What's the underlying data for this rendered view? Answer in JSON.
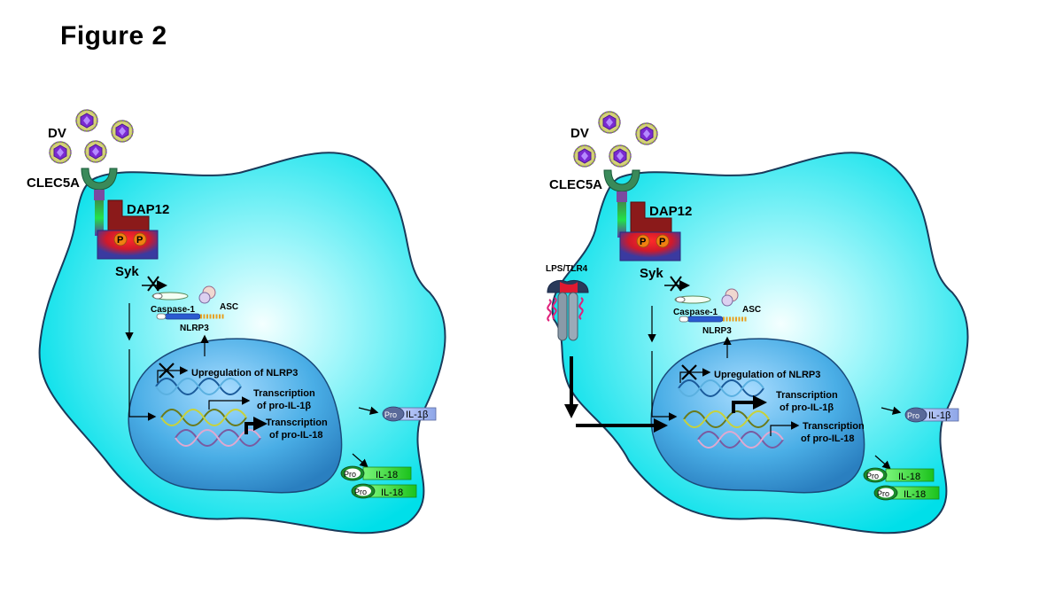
{
  "figure_title": "Figure  2",
  "panels": [
    {
      "virus": "DV",
      "receptor": "CLEC5A",
      "adaptor": "DAP12",
      "kinase": "Syk",
      "phospho": "P",
      "caspase": "Caspase-1",
      "asc": "ASC",
      "nlrp3": "NLRP3",
      "upreg": "Upregulation of NLRP3",
      "trans_il1b_1": "Transcription",
      "trans_il1b_2": "of pro-IL-1β",
      "trans_il18_1": "Transcription",
      "trans_il18_2": "of pro-IL-18",
      "pro": "Pro",
      "il1b": "IL-1β",
      "il18": "IL-18"
    },
    {
      "virus": "DV",
      "receptor": "CLEC5A",
      "adaptor": "DAP12",
      "kinase": "Syk",
      "phospho": "P",
      "tlr": "LPS/TLR4",
      "caspase": "Caspase-1",
      "asc": "ASC",
      "nlrp3": "NLRP3",
      "upreg": "Upregulation of NLRP3",
      "trans_il1b_1": "Transcription",
      "trans_il1b_2": "of pro-IL-1β",
      "trans_il18_1": "Transcription",
      "trans_il18_2": "of pro-IL-18",
      "pro": "Pro",
      "il1b": "IL-1β",
      "il18": "IL-18"
    }
  ],
  "colors": {
    "cell_fill": "#00e5ee",
    "nucleus_fill": "#3fa9e6",
    "receptor": "#3a8a5a",
    "dap12": "#8b1a1a",
    "syk": "#e02020",
    "phospho": "#f08010",
    "il18": "#22cc22",
    "il1b": "#9fb4ee"
  }
}
